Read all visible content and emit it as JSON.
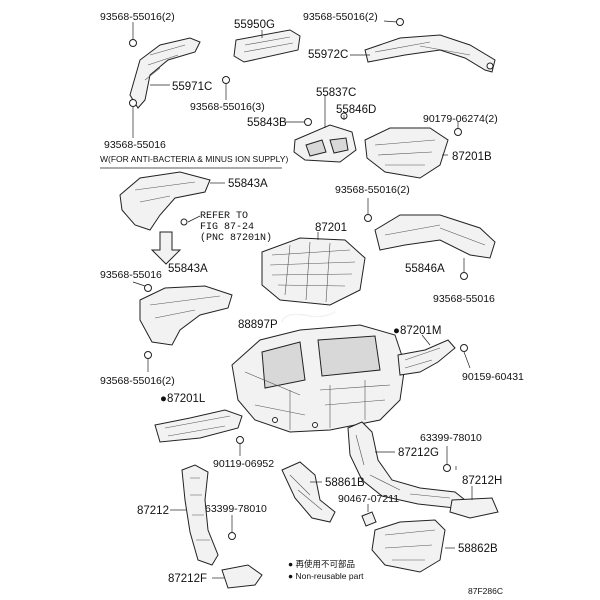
{
  "labels": {
    "p93568_55016_2_a": "93568-55016(2)",
    "p55950G": "55950G",
    "p93568_55016_2_b": "93568-55016(2)",
    "p55972C": "55972C",
    "p55971C": "55971C",
    "p93568_55016_3": "93568-55016(3)",
    "p55837C": "55837C",
    "p55846D": "55846D",
    "p55843B": "55843B",
    "p90179_06274_2": "90179-06274(2)",
    "p93568_55016_a": "93568-55016",
    "p87201B": "87201B",
    "anti_bacteria_note": "W(FOR ANTI-BACTERIA & MINUS ION SUPPLY)",
    "p55843A_a": "55843A",
    "p93568_55016_2_c": "93568-55016(2)",
    "refer_line1": "REFER TO",
    "refer_line2": "FIG 87-24",
    "refer_line3": "(PNC 87201N)",
    "p87201": "87201",
    "p93568_55016_b": "93568-55016",
    "p55843A_b": "55843A",
    "p55846A": "55846A",
    "p93568_55016_c": "93568-55016",
    "p88897P": "88897P",
    "p87201M": "●87201M",
    "p93568_55016_2_d": "93568-55016(2)",
    "p90159_60431": "90159-60431",
    "p87201L": "●87201L",
    "p63399_78010_a": "63399-78010",
    "p90119_06952": "90119-06952",
    "p87212G": "87212G",
    "p58861B": "58861B",
    "p87212H": "87212H",
    "p90467_07211": "90467-07211",
    "p87212": "87212",
    "p63399_78010_b": "63399-78010",
    "p58862B": "58862B",
    "p87212F": "87212F",
    "legend_cn": "● 再使用不可部品",
    "legend_en": "● Non-reusable part",
    "fig_code": "87F286C"
  }
}
